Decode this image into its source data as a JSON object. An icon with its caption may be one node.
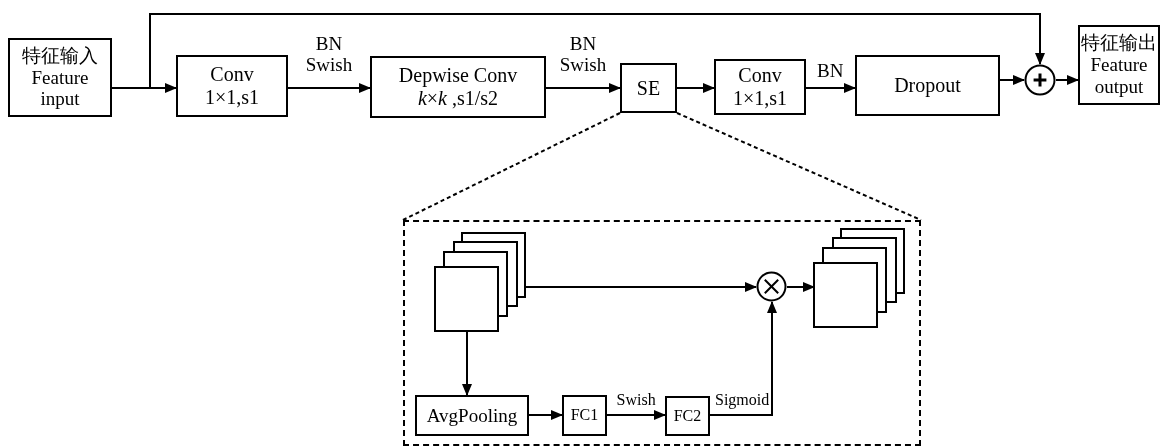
{
  "diagram": {
    "nodes": [
      {
        "text": [
          "特征输入",
          "Feature input"
        ]
      },
      {
        "text": [
          "Conv 1×1,s1"
        ]
      },
      {
        "text": [
          "Depwise Conv *k*×*k* ,s1/s2"
        ]
      },
      {
        "text": [
          "SE"
        ]
      },
      {
        "text": [
          "Conv 1×1,s1"
        ]
      },
      {
        "text": [
          "Dropout"
        ]
      },
      {
        "text": [],
        "shape": "circle"
      },
      {
        "text": [
          "特征输出",
          "Feature output"
        ]
      },
      {
        "text": [],
        "shape": "box"
      },
      {
        "text": [],
        "shape": "box",
        "in": 8
      },
      {
        "text": [],
        "shape": "circle",
        "in": 8
      },
      {
        "text": [],
        "shape": "box",
        "in": 8
      },
      {
        "text": [
          "AvgPooling"
        ],
        "in": 8
      },
      {
        "text": [
          "FC1"
        ],
        "in": 8
      },
      {
        "text": [
          "FC2"
        ],
        "in": 8
      }
    ],
    "edges": [
      {
        "from": 0,
        "to": 1,
        "arrow": "to"
      },
      {
        "from": 0,
        "to": 6,
        "arrow": "to"
      },
      {
        "from": 1,
        "to": 2,
        "arrow": "to",
        "label": "BN Swish"
      },
      {
        "from": 2,
        "to": 3,
        "arrow": "to",
        "label": "BN Swish"
      },
      {
        "from": 3,
        "to": 4,
        "arrow": "to"
      },
      {
        "from": 4,
        "to": 5,
        "arrow": "to",
        "label": "BN"
      },
      {
        "from": 5,
        "to": 6,
        "arrow": "to"
      },
      {
        "from": 6,
        "to": 7,
        "arrow": "to"
      },
      {
        "from": 3,
        "to": 8,
        "arrow": "none",
        "style": "dashed"
      },
      {
        "from": 3,
        "to": 8,
        "arrow": "none",
        "style": "dashed"
      },
      {
        "from": 9,
        "to": 10,
        "arrow": "to"
      },
      {
        "from": 10,
        "to": 11,
        "arrow": "to"
      },
      {
        "from": 9,
        "to": 12,
        "arrow": "to"
      },
      {
        "from": 12,
        "to": 13,
        "arrow": "to"
      },
      {
        "from": 13,
        "to": 14,
        "arrow": "to",
        "label": "Swish"
      },
      {
        "from": 14,
        "to": 10,
        "arrow": "to",
        "label": "Sigmoid"
      }
    ]
  }
}
